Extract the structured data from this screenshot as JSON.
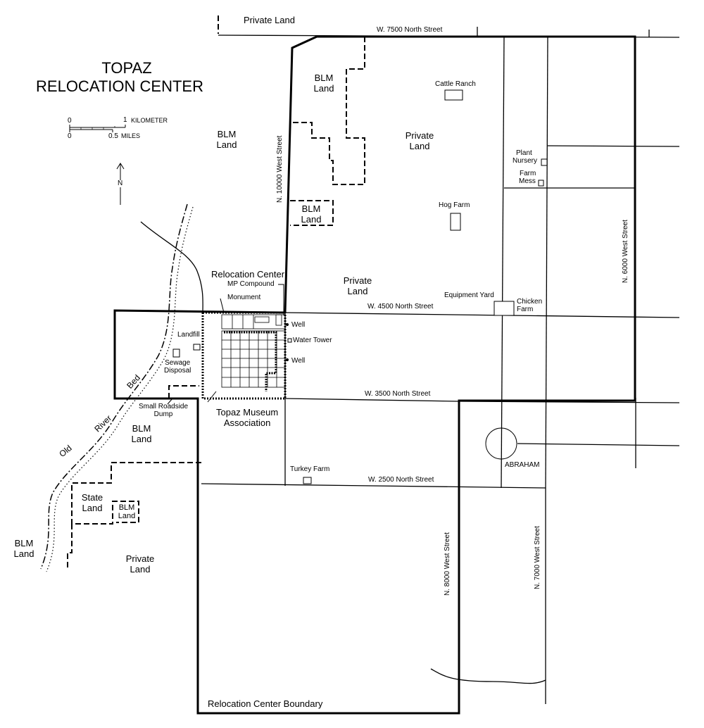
{
  "title": {
    "line1": "TOPAZ",
    "line2": "RELOCATION CENTER"
  },
  "scale": {
    "km_zero": "0",
    "km_one": "1",
    "km_unit": "KILOMETER",
    "mi_zero": "0",
    "mi_half": "0.5",
    "mi_unit": "MILES"
  },
  "north": {
    "label": "N"
  },
  "roads": {
    "w7500": "W. 7500 North Street",
    "w4500": "W. 4500 North Street",
    "w3500": "W. 3500 North Street",
    "w2500": "W. 2500 North Street",
    "n10000": "N. 10000 West Street",
    "n6000_east": "N. 6000 West Street",
    "n8000": "N. 8000 West Street",
    "n7000": "N. 7000 West Street"
  },
  "land": {
    "private_top": "Private Land",
    "blm_top": [
      "BLM",
      "Land"
    ],
    "blm_left": [
      "BLM",
      "Land"
    ],
    "private_main": [
      "Private",
      "Land"
    ],
    "blm_small": [
      "BLM",
      "Land"
    ],
    "private_mid": [
      "Private",
      "Land"
    ],
    "blm_lower": [
      "BLM",
      "Land"
    ],
    "state": [
      "State",
      "Land"
    ],
    "blm_tiny": [
      "BLM",
      "Land"
    ],
    "blm_far": [
      "BLM",
      "Land"
    ],
    "private_bottom": [
      "Private",
      "Land"
    ]
  },
  "features": {
    "cattle_ranch": "Cattle Ranch",
    "plant_nursery": [
      "Plant",
      "Nursery"
    ],
    "farm_mess": [
      "Farm",
      "Mess"
    ],
    "hog_farm": "Hog Farm",
    "equipment_yard": "Equipment Yard",
    "chicken_farm": [
      "Chicken",
      "Farm"
    ],
    "relocation_center": "Relocation Center",
    "mp_compound": "MP Compound",
    "monument": "Monument",
    "well_1": "Well",
    "water_tower": "Water Tower",
    "well_2": "Well",
    "landfill": "Landfill",
    "sewage": [
      "Sewage",
      "Disposal"
    ],
    "roadside_dump": [
      "Small Roadside",
      "Dump"
    ],
    "museum": [
      "Topaz Museum",
      "Association"
    ],
    "turkey_farm": "Turkey Farm",
    "abraham": "ABRAHAM",
    "boundary": "Relocation Center Boundary"
  },
  "river": {
    "old": "Old",
    "river": "River",
    "bed": "Bed"
  }
}
